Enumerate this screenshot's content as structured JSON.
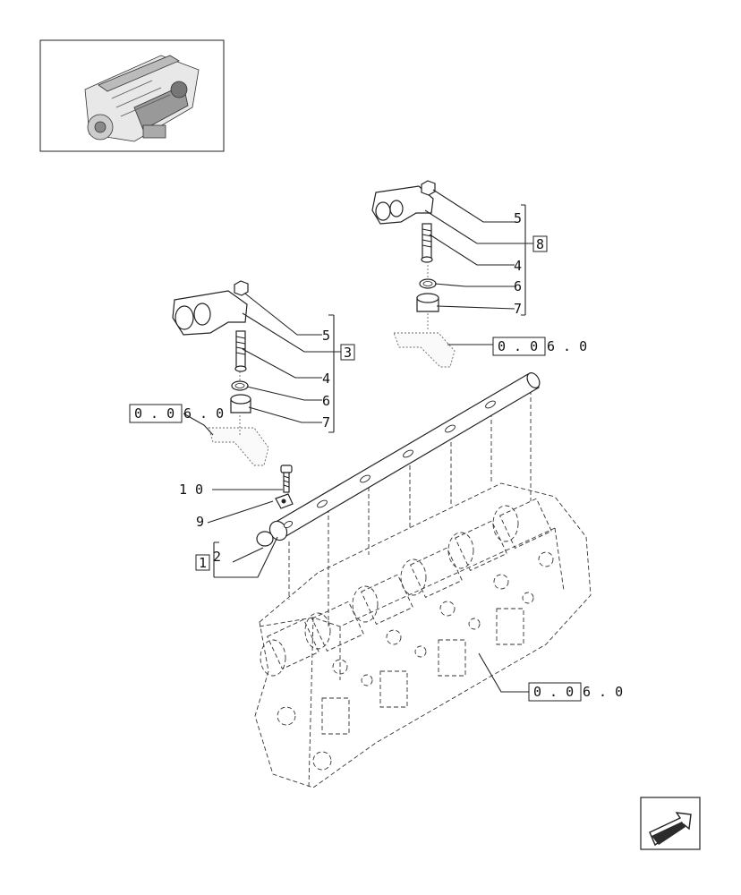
{
  "thumbnail": {
    "icon": "engine-thumbnail-icon"
  },
  "callouts": {
    "upper_5": "5",
    "upper_4": "4",
    "upper_6": "6",
    "upper_7": "7",
    "upper_group": "8",
    "lower_5": "5",
    "lower_4": "4",
    "lower_6": "6",
    "lower_7": "7",
    "lower_group": "3",
    "bolt_10": "1 0",
    "clip_9": "9",
    "shaft_group": "1",
    "shaft_2": "2"
  },
  "references": {
    "upper_support": {
      "boxed": "0 . 0",
      "rest": "6 . 0"
    },
    "lower_support": {
      "boxed": "0 . 0",
      "rest": "6 . 0"
    },
    "cylinder_head": {
      "boxed": "0 . 0",
      "rest": "6 . 0"
    }
  },
  "navigation": {
    "icon": "next-page-arrow-icon"
  },
  "colors": {
    "line": "#222222",
    "nav_fill": "#2b2b2b"
  }
}
